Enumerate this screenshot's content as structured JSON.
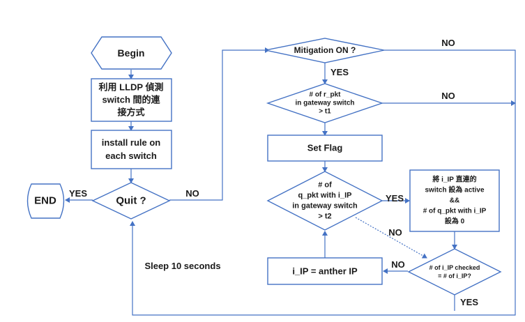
{
  "nodes": {
    "begin": [
      "Begin"
    ],
    "lldp": [
      "利用 LLDP 偵測",
      "switch 間的連",
      "接方式"
    ],
    "install": [
      "install rule on",
      "each switch"
    ],
    "quit": [
      "Quit ?"
    ],
    "end": [
      "END"
    ],
    "mitigation": [
      "Mitigation ON ?"
    ],
    "rpkt": [
      "# of r_pkt",
      "in gateway switch",
      "> t1"
    ],
    "set_flag": [
      "Set Flag"
    ],
    "qpkt": [
      "# of",
      "q_pkt with i_IP",
      "in gateway switch",
      "> t2"
    ],
    "action": [
      "將 i_IP 直連的",
      "switch 設為 active",
      "&&",
      "# of q_pkt with i_IP",
      "設為 0"
    ],
    "checked": [
      "# of i_IP checked",
      "= # of i_IP?"
    ],
    "another_ip": [
      "i_IP = anther IP"
    ]
  },
  "labels": {
    "yes_quit": "YES",
    "no_quit": "NO",
    "no_mitigation": "NO",
    "yes_mitigation": "YES",
    "no_rpkt": "NO",
    "yes_qpkt": "YES",
    "no_qpkt": "NO",
    "no_checked": "NO",
    "yes_checked": "YES",
    "sleep": "Sleep 10 seconds"
  },
  "colors": {
    "stroke": "#4472c4",
    "text": "#1a1a1a",
    "background": "#ffffff"
  }
}
